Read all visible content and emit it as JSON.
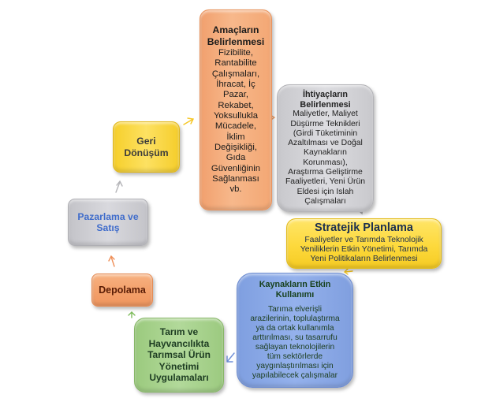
{
  "diagram": {
    "nodes": {
      "goals": {
        "title": "Amaçların Belirlenmesi",
        "lines": [
          "Fizibilite,",
          "Rantabilite",
          "Çalışmaları,",
          "İhracat, İç",
          "Pazar,",
          "Rekabet,",
          "Yoksullukla",
          "Mücadele,",
          "İklim",
          "Değişikliği,",
          "Gıda",
          "Güvenliğinin",
          "Sağlanması",
          "vb."
        ],
        "color": "#f5ac7a"
      },
      "needs": {
        "title_lines": [
          "İhtiyaçların",
          "Belirlenmesi"
        ],
        "lines": [
          "Maliyetler, Maliyet",
          "Düşürme Teknikleri",
          "(Girdi Tüketiminin",
          "Azaltılması ve Doğal",
          "Kaynakların",
          "Korunması),",
          "Araştırma Geliştirme",
          "Faaliyetleri, Yeni Ürün",
          "Eldesi için Islah",
          "Çalışmaları"
        ],
        "color": "#d2d2d6"
      },
      "strategy": {
        "title": "Stratejik Planlama",
        "lines": [
          "Faaliyetler ve Tarımda Teknolojik",
          "Yeniliklerin Etkin Yönetimi, Tarımda",
          "Yeni Politikaların Belirlenmesi"
        ],
        "color": "#fdd93c"
      },
      "resources": {
        "title_lines": [
          "Kaynakların Etkin",
          "Kullanımı"
        ],
        "lines": [
          "Tarıma elverişli",
          "arazilerinin, toplulaştırma",
          "ya da ortak kullanımla",
          "arttırılması, su tasarrufu",
          "sağlayan teknolojilerin",
          "tüm sektörlerde",
          "yaygınlaştırılması için",
          "yapılabilecek çalışmalar"
        ],
        "color": "#8eabe9"
      },
      "products": {
        "title_lines": [
          "Tarım ve",
          "Hayvancılıkta",
          "Tarımsal Ürün",
          "Yönetimi",
          "Uygulamaları"
        ],
        "color": "#a8d38e"
      },
      "storage": {
        "title": "Depolama",
        "color": "#f3a46f"
      },
      "marketing": {
        "title_lines": [
          "Pazarlama ve",
          "Satış"
        ],
        "color": "#d0d0d5"
      },
      "recycle": {
        "title_lines": [
          "Geri",
          "Dönüşüm"
        ],
        "color": "#fbd84a"
      }
    },
    "arrows": [
      {
        "from": "goals",
        "to": "needs",
        "color": "#f4a36b"
      },
      {
        "from": "needs",
        "to": "strategy",
        "color": "#b0b0b4"
      },
      {
        "from": "strategy",
        "to": "resources",
        "color": "#f6c623"
      },
      {
        "from": "resources",
        "to": "products",
        "color": "#6f8fd8"
      },
      {
        "from": "products",
        "to": "storage",
        "color": "#7dbb5b"
      },
      {
        "from": "storage",
        "to": "marketing",
        "color": "#ef8f58"
      },
      {
        "from": "marketing",
        "to": "recycle",
        "color": "#b4b4b8"
      },
      {
        "from": "recycle",
        "to": "goals",
        "color": "#f6c623"
      }
    ]
  }
}
